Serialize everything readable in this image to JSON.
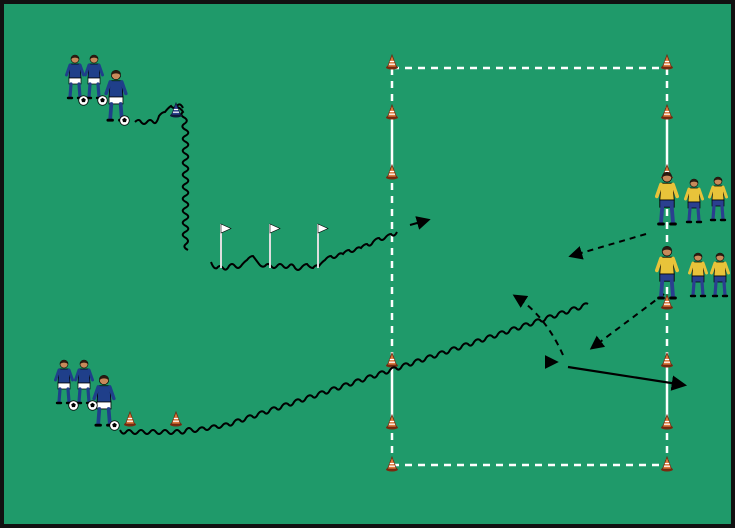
{
  "diagram": {
    "field_color": "#1f9a6a",
    "border_color": "#111111",
    "line_color": "#ffffff",
    "cone_color": "#e07a3c",
    "blue_cone_color": "#2a3f8f",
    "flag_color": "#ffffff",
    "team_a_shirt": "#1f3f8a",
    "team_b_shirt": "#e8c33a",
    "dribble_color": "#000000",
    "pass_color": "#000000",
    "groups": [
      {
        "id": "blue-group-top",
        "team": "blue",
        "count": 3,
        "icon": "player-icon"
      },
      {
        "id": "blue-group-bottom",
        "team": "blue",
        "count": 3,
        "icon": "player-icon"
      },
      {
        "id": "yellow-group-top",
        "team": "yellow",
        "count": 3,
        "icon": "player-icon"
      },
      {
        "id": "yellow-group-bottom",
        "team": "yellow",
        "count": 3,
        "icon": "player-icon"
      }
    ],
    "objects": {
      "flags": 3,
      "cones": "cone-icon",
      "balls": "ball-icon"
    }
  }
}
